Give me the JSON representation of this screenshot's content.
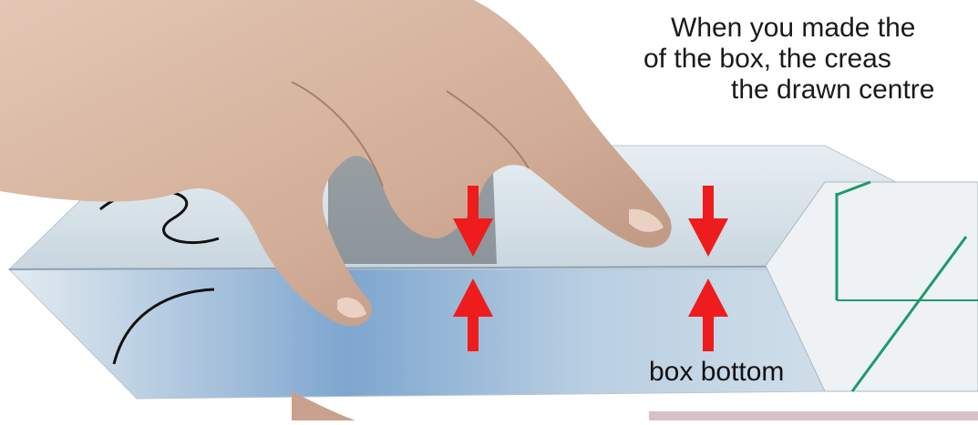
{
  "caption": {
    "line1": "When you made the",
    "line2": "of the box, the creas",
    "line3": "the drawn centre"
  },
  "label": "box bottom",
  "colors": {
    "arrow": "#ee1c1c",
    "paper": "#dfe8ee",
    "paper_shadow": "#b9c7d2",
    "sky": "#6a96c6",
    "green_line": "#1c9b6a",
    "skin": "#d9b9a4",
    "skin_shadow": "#b88e7a"
  }
}
